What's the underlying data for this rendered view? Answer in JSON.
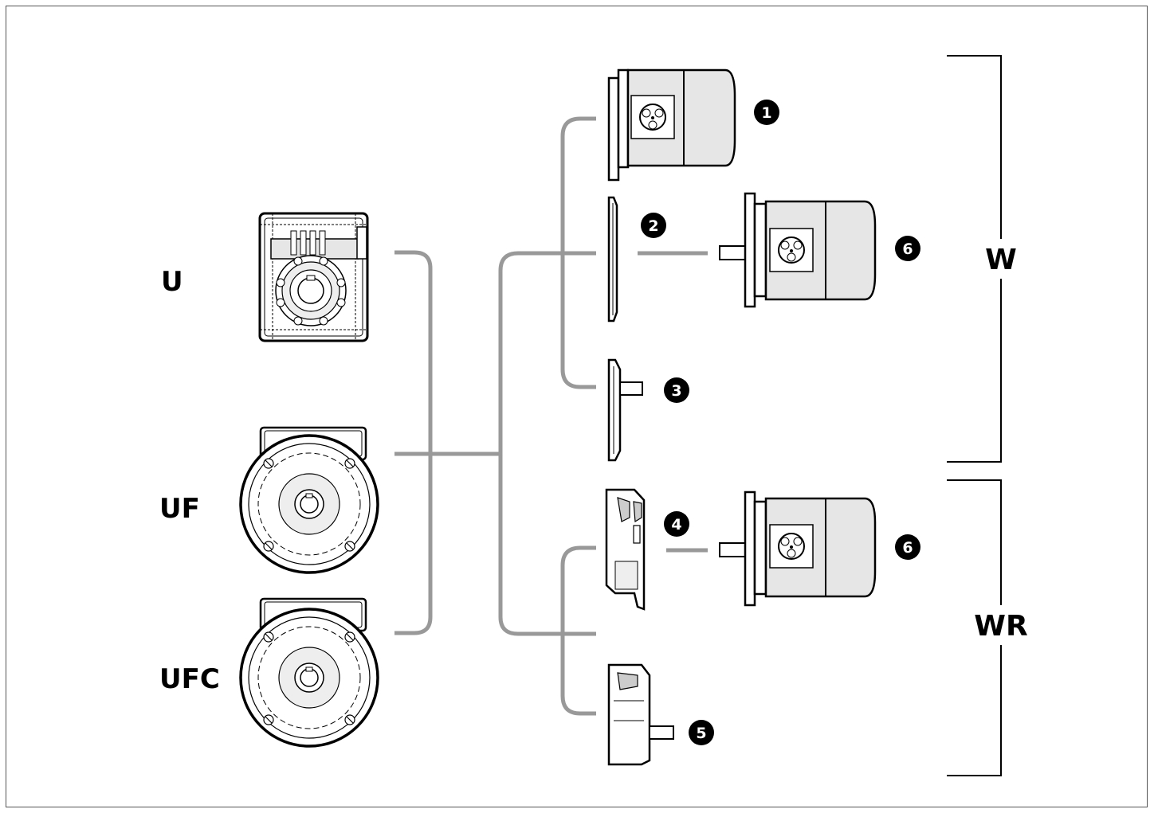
{
  "gearbox_labels": {
    "u": "U",
    "uf": "UF",
    "ufc": "UFC"
  },
  "group_labels": {
    "w": "W",
    "wr": "WR"
  },
  "item_numbers": {
    "n1": "1",
    "n2": "2",
    "n3": "3",
    "n4": "4",
    "n5": "5",
    "n6a": "6",
    "n6b": "6"
  },
  "colors": {
    "connector": "#999999",
    "motor_fill": "#e6e6e6",
    "outline": "#000000"
  }
}
